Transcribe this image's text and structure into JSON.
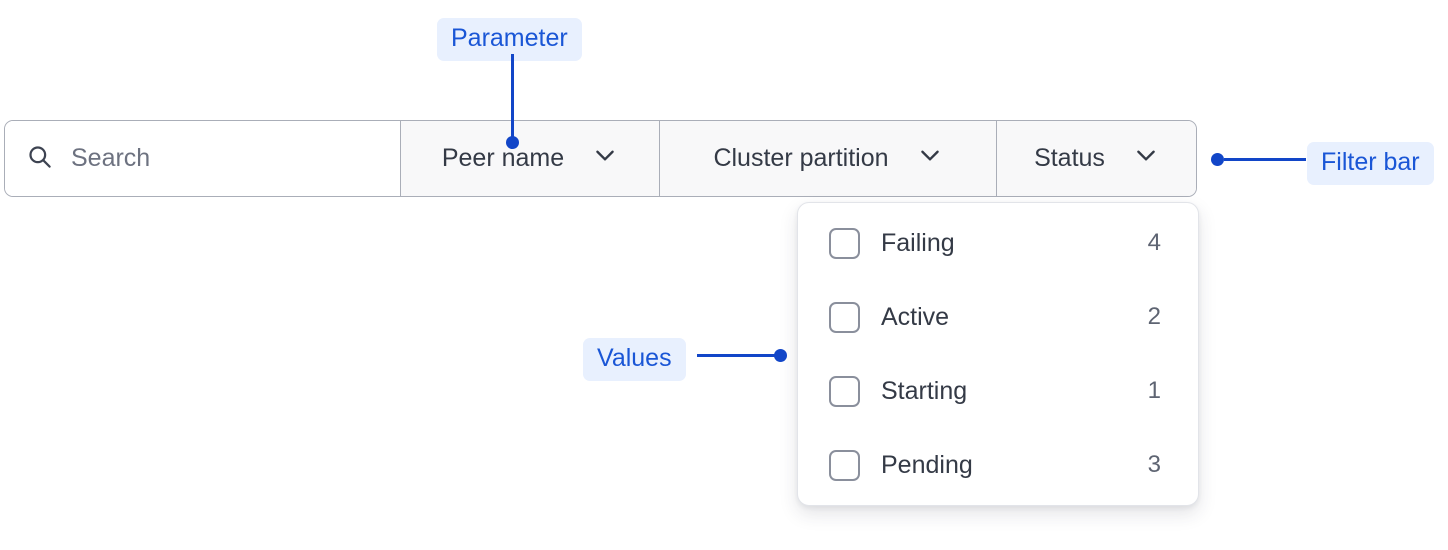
{
  "filter_bar": {
    "search": {
      "placeholder": "Search",
      "value": "",
      "icon": "search-icon"
    },
    "buttons": [
      {
        "label": "Peer name",
        "icon": "chevron-down-icon"
      },
      {
        "label": "Cluster partition",
        "icon": "chevron-down-icon"
      },
      {
        "label": "Status",
        "icon": "chevron-down-icon"
      }
    ]
  },
  "dropdown": {
    "open_for": "Status",
    "options": [
      {
        "label": "Failing",
        "count": "4",
        "checked": false
      },
      {
        "label": "Active",
        "count": "2",
        "checked": false
      },
      {
        "label": "Starting",
        "count": "1",
        "checked": false
      },
      {
        "label": "Pending",
        "count": "3",
        "checked": false
      }
    ]
  },
  "annotations": {
    "parameter": "Parameter",
    "filter_bar": "Filter bar",
    "values": "Values"
  },
  "colors": {
    "annotation_text": "#1a56d6",
    "annotation_bg": "#e8f0fe",
    "connector": "#1246c8",
    "border": "#aaaeb8",
    "bar_bg": "#f8f8f9",
    "text": "#343a46",
    "muted_text": "#6d7280"
  }
}
